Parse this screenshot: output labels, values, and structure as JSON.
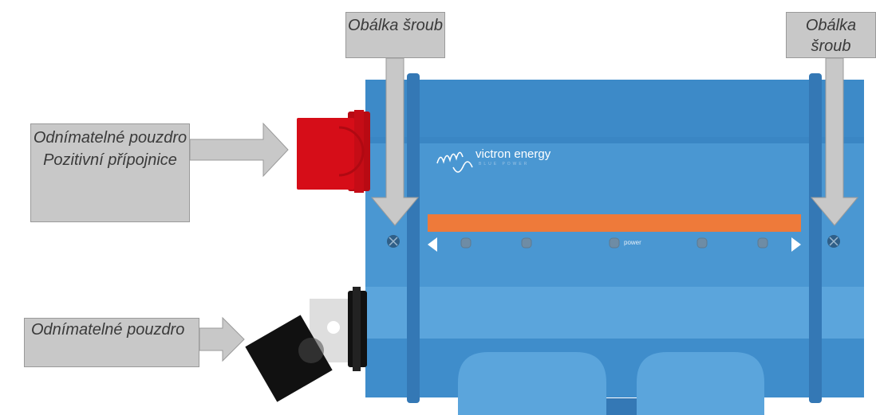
{
  "labels": {
    "screw_left": "Obálka šroub",
    "screw_right": "Obálka šroub",
    "positive_busbar_cover": "Odnímatelné pouzdro Pozitivní přípojnice",
    "negative_busbar_cover_visible": "Odnímatelné pouzdro"
  },
  "device": {
    "brand": "victron energy",
    "tagline": "BLUE POWER",
    "led_label": "power"
  },
  "colors": {
    "enclosure_blue": "#4a97d2",
    "enclosure_dark_blue": "#3782c0",
    "status_bar": "#ee7a3a",
    "positive_cap": "#d60d18",
    "negative_cap": "#111111",
    "callout_fill": "#c8c8c8"
  },
  "icons": [
    "arrow-right-icon",
    "arrow-down-icon",
    "screw-icon",
    "victron-logo-icon",
    "triangle-left-icon",
    "triangle-right-icon"
  ]
}
